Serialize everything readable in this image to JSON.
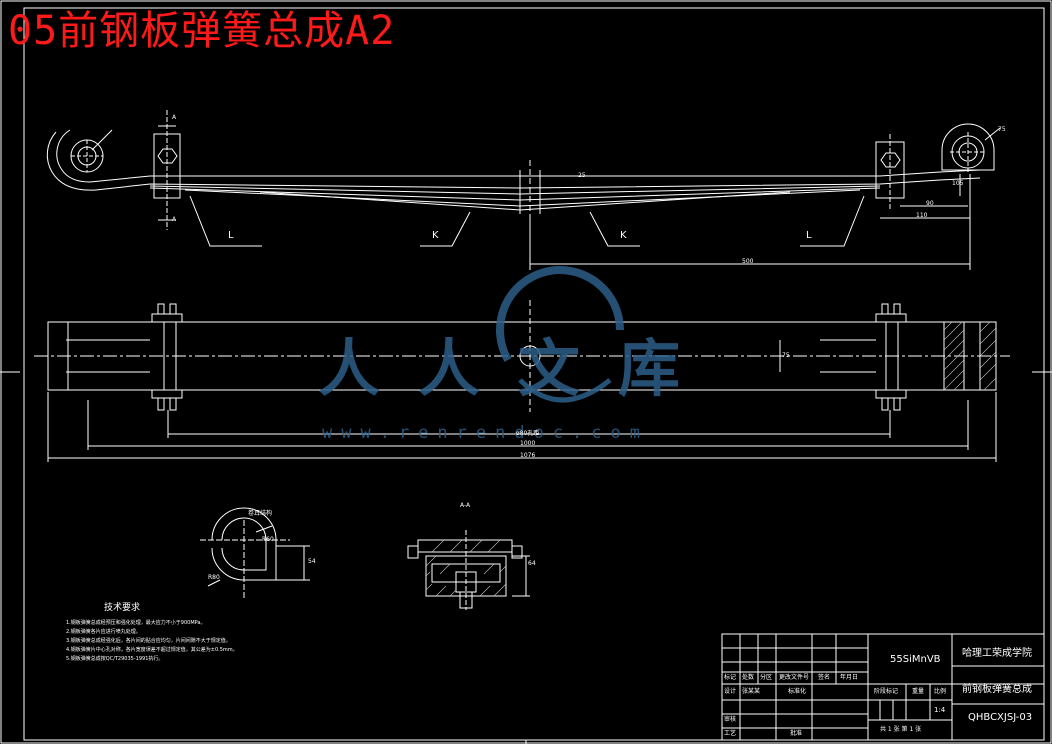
{
  "title": "05前钢板弹簧总成A2",
  "watermark": {
    "text": "人人文库",
    "url": "www.renrendoc.com"
  },
  "drawing": {
    "views": {
      "detail_label": "卷耳结构",
      "section_label": "A-A",
      "cut_mark": "A"
    },
    "zone_labels": [
      "L",
      "K",
      "K",
      "L"
    ],
    "dimensions": [
      "500",
      "90",
      "110",
      "75",
      "ø80孔距",
      "1000",
      "1076",
      "54",
      "64",
      "R60",
      "R80",
      "25",
      "105",
      "75"
    ]
  },
  "notes": {
    "heading": "技术要求",
    "items": [
      "1.钢板弹簧总成经预压和强化处理，最大应力不小于900MPa。",
      "2.钢板弹簧各片应进行喷丸处理。",
      "3.钢板弹簧总成经强化后，各片间的贴合应均匀，片间间隙不大于规定值。",
      "4.钢板弹簧片中心孔对称，各片宽度误差不超过规定值，其公差为±0.5mm。",
      "5.钢板弹簧总成按QC/T29035-1991执行。"
    ]
  },
  "title_block": {
    "material": "55SiMnVB",
    "school": "哈理工荣成学院",
    "part_name": "前钢板弹簧总成",
    "drawing_no": "QHBCXJSJ-03",
    "scale": "1:4",
    "sheets": "共 1 张  第 1 张",
    "headers": [
      "标记",
      "处数",
      "分区",
      "更改文件号",
      "签名",
      "年月日"
    ],
    "row_labels": [
      "设计",
      "审核",
      "工艺",
      "标准化",
      "批准"
    ],
    "designer": "张某某",
    "stage_labels": [
      "阶段标记",
      "重量",
      "比例"
    ]
  }
}
